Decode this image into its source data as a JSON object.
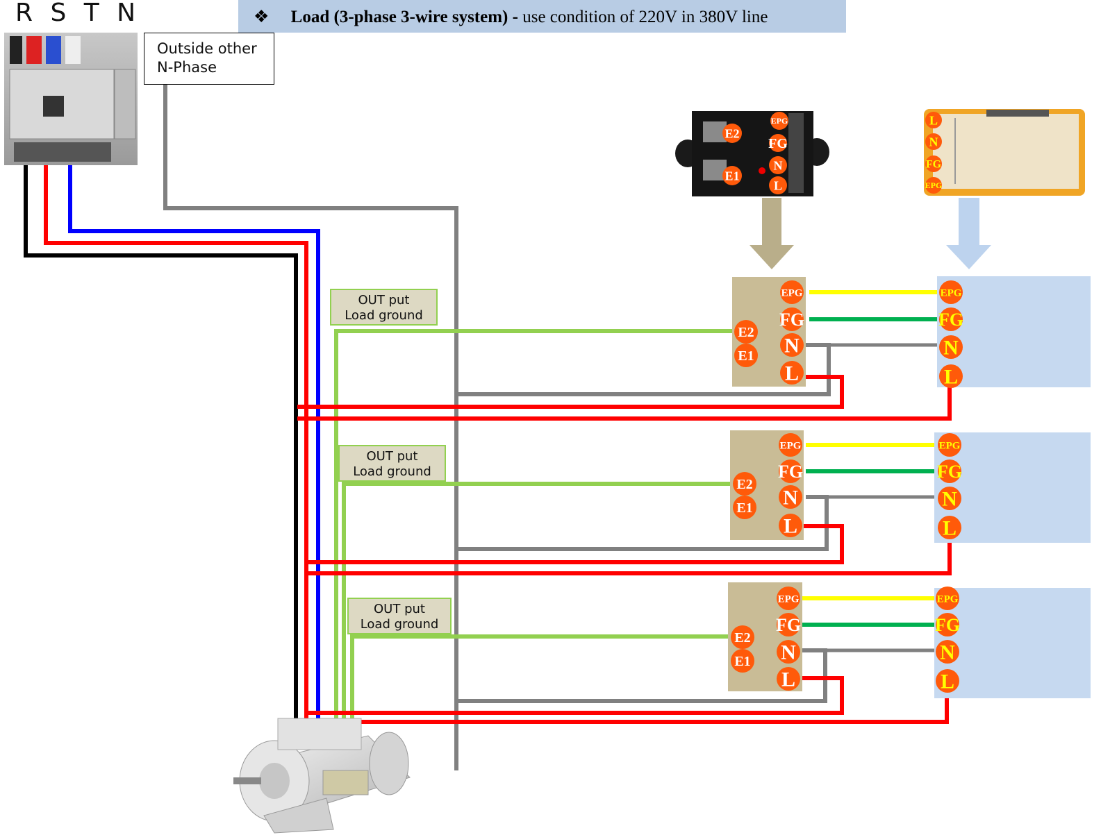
{
  "top_label": "R S T N",
  "banner": {
    "bullet": "❖",
    "bold": "Load (3-phase 3-wire system) -",
    "rest": " use condition of 220V in 380V line"
  },
  "outside_box": {
    "line1": "Outside other",
    "line2": "N-Phase"
  },
  "output_box": {
    "line1": "OUT put",
    "line2": "Load ground"
  },
  "terminal_labels": {
    "epg": "EPG",
    "fg": "FG",
    "n": "N",
    "l": "L",
    "e1": "E1",
    "e2": "E2"
  },
  "colors": {
    "phase_r": "#000000",
    "phase_s": "#ff0000",
    "phase_t": "#0000ff",
    "neutral": "#808080",
    "load_ground": "#92d050",
    "epg_wire": "#ffff00",
    "fg_wire": "#00b050",
    "terminal": "#ff5a0a",
    "device_box": "#c9bc96",
    "product_box": "#c6d9f0"
  }
}
